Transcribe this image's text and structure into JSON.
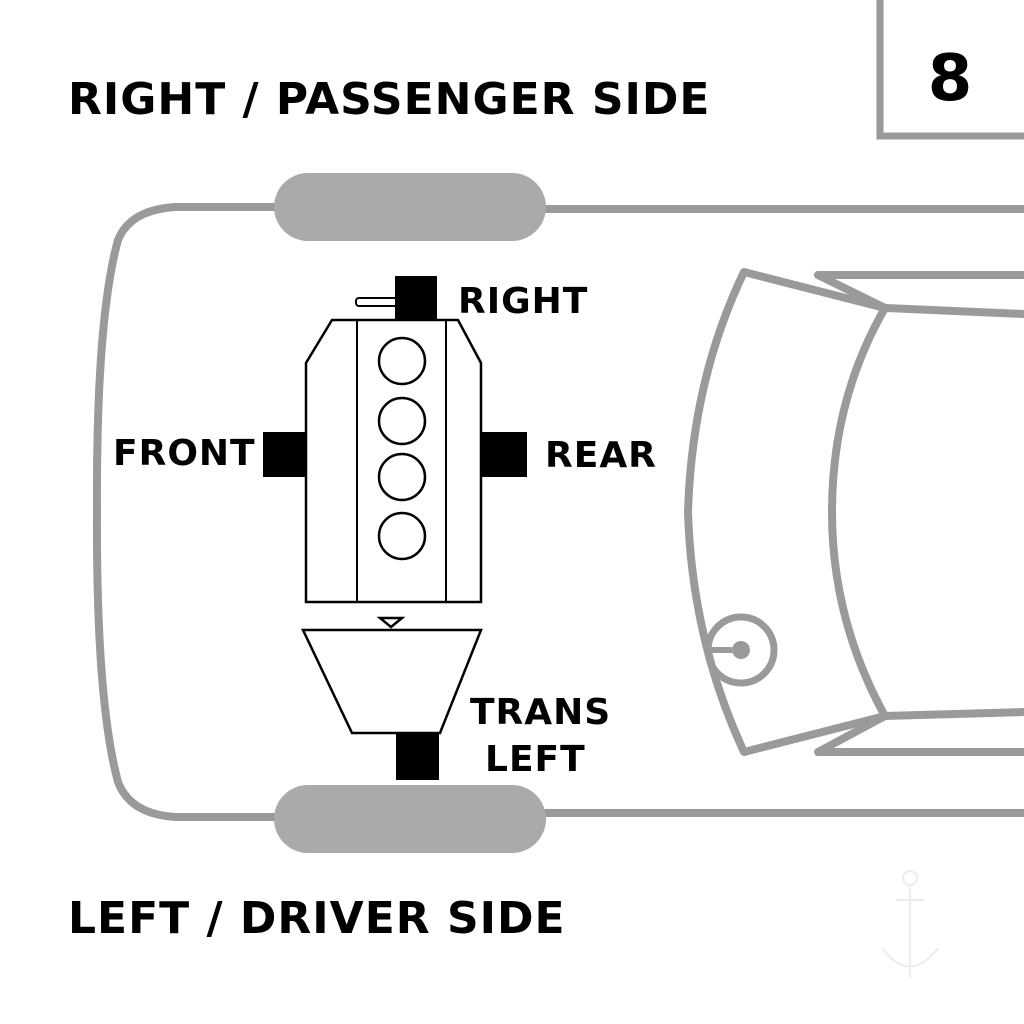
{
  "diagram": {
    "number": "8",
    "side_labels": {
      "top": "RIGHT / PASSENGER SIDE",
      "bottom": "LEFT / DRIVER SIDE"
    },
    "mounts": {
      "right": "RIGHT",
      "front": "FRONT",
      "rear": "REAR",
      "trans": "TRANS",
      "left": "LEFT"
    },
    "colors": {
      "mount": "#000000",
      "car_outline": "#9a9a9a",
      "tire": "#aaaaaa",
      "engine_outline": "#000000"
    },
    "cylinders": 4
  }
}
